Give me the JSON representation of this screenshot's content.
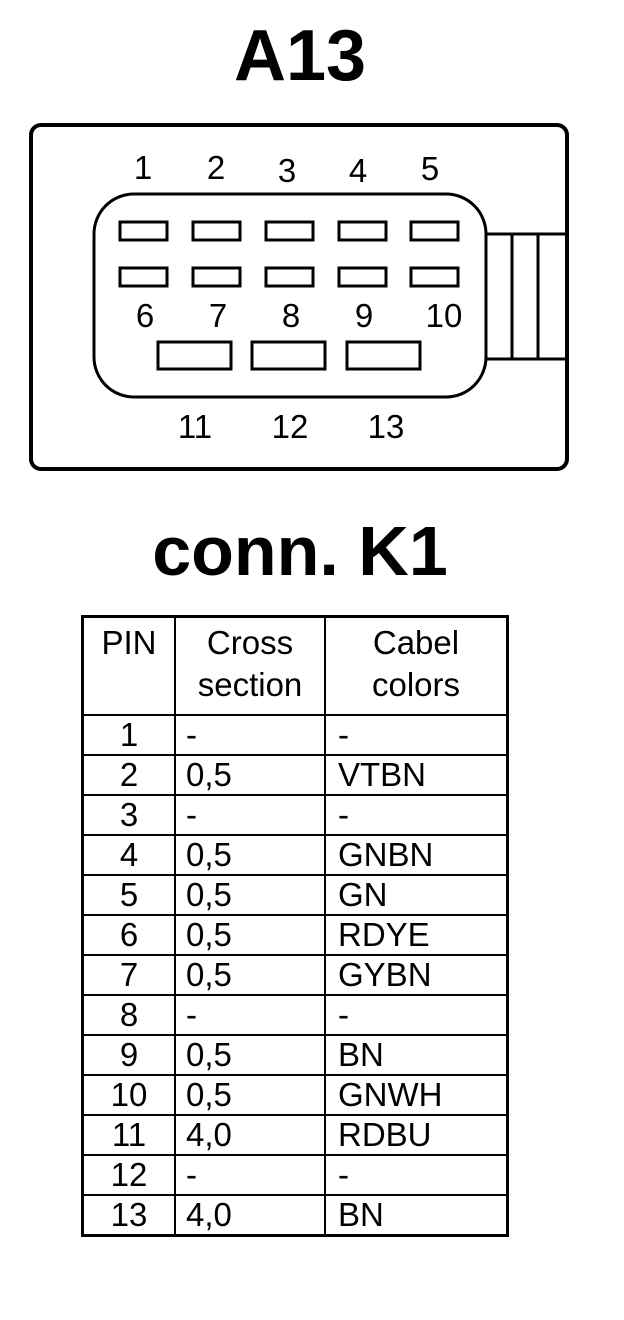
{
  "component_label": "A13",
  "connector_label": "conn. K1",
  "pin_numbers": {
    "top_row": [
      "1",
      "2",
      "3",
      "4",
      "5"
    ],
    "middle_row": [
      "6",
      "7",
      "8",
      "9",
      "10"
    ],
    "bottom_row": [
      "11",
      "12",
      "13"
    ]
  },
  "table": {
    "headers": [
      "PIN",
      "Cross section",
      "Cabel colors"
    ],
    "header_lines": [
      [
        "PIN"
      ],
      [
        "Cross",
        "section"
      ],
      [
        "Cabel",
        "colors"
      ]
    ],
    "rows": [
      [
        "1",
        "-",
        "-"
      ],
      [
        "2",
        "0,5",
        "VTBN"
      ],
      [
        "3",
        "-",
        "-"
      ],
      [
        "4",
        "0,5",
        "GNBN"
      ],
      [
        "5",
        "0,5",
        "GN"
      ],
      [
        "6",
        "0,5",
        "RDYE"
      ],
      [
        "7",
        "0,5",
        "GYBN"
      ],
      [
        "8",
        "-",
        "-"
      ],
      [
        "9",
        "0,5",
        "BN"
      ],
      [
        "10",
        "0,5",
        "GNWH"
      ],
      [
        "11",
        "4,0",
        "RDBU"
      ],
      [
        "12",
        "-",
        "-"
      ],
      [
        "13",
        "4,0",
        "BN"
      ]
    ]
  }
}
